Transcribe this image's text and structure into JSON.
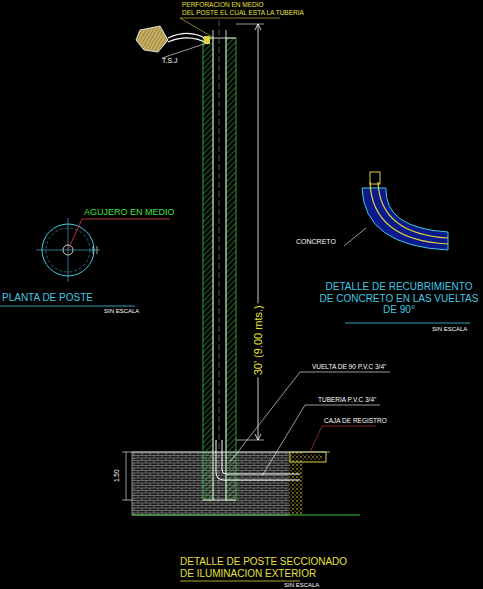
{
  "diagram": {
    "caption": "DETALLE DE POSTE SECCIONADO DE ILUMINACION EXTERIOR",
    "labels": [
      "PERFORACION EN MEDIO",
      "DEL POSTE EL CUAL ESTA LA TUBERIA",
      "T.S.J",
      "AGUJERO EN MEDIO",
      "PLANTA DE POSTE",
      "SIN ESCALA",
      "CONCRETO",
      "DETALLE DE RECUBRIMIENTO DE CONCRETO EN LAS VUELTAS DE 90°",
      "SIN ESCALA",
      "30' (9.00 mts.)",
      "VUELTA DE 90 P.V.C 3/4\"",
      "TUBERIA P.V.C 3/4\"",
      "CAJA DE REGISTRO",
      "1.50",
      "SIN ESCALA"
    ]
  }
}
